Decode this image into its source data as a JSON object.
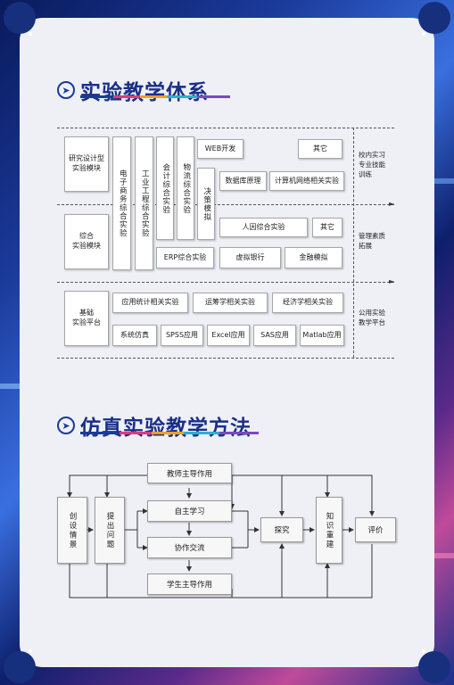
{
  "section1": {
    "title": "实验教学体系",
    "rows": {
      "row1_label": "研究设计型\n实验模块",
      "row2_label": "综合\n实验模块",
      "row3_label": "基础\n实验平台"
    },
    "vertical": {
      "ecommerce": "电子商务综合实验",
      "industrial": "工业工程综合实验",
      "accounting": "会计综合实验",
      "logistics": "物流综合实验",
      "decision": "决策模拟"
    },
    "boxes": {
      "web": "WEB开发",
      "other1": "其它",
      "database": "数据库原理",
      "network": "计算机网络相关实验",
      "hr": "人因综合实验",
      "other2": "其它",
      "erp": "ERP综合实验",
      "bank": "虚拟银行",
      "finance": "金融模拟",
      "stats": "应用统计相关实验",
      "ops": "运筹学相关实验",
      "econ": "经济学相关实验",
      "sim": "系统仿真",
      "spss": "SPSS应用",
      "excel": "Excel应用",
      "sas": "SAS应用",
      "matlab": "Matlab应用"
    },
    "side": {
      "s1": "校内实习\n专业技能\n训练",
      "s2": "管理素质\n拓展",
      "s3": "公用实验\n教学平台"
    }
  },
  "section2": {
    "title": "仿真实验教学方法",
    "nodes": {
      "teacher": "教师主导作用",
      "self": "自主学习",
      "coop": "协作交流",
      "student": "学生主导作用",
      "scene": "创设情景",
      "question": "提出问题",
      "explore": "探究",
      "rebuild": "知识重建",
      "evaluate": "评价"
    }
  },
  "colors": {
    "title": "#1a2f86",
    "accent_blue": "#1b3a9a",
    "accent_pink": "#e03a7a"
  }
}
